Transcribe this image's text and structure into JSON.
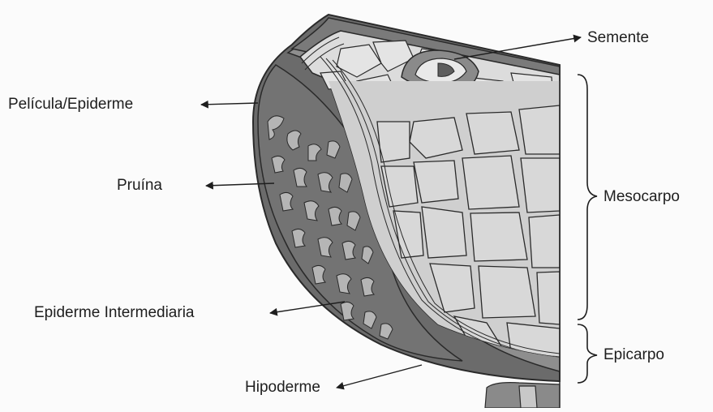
{
  "labels": {
    "semente": "Semente",
    "pelicula": "Película/Epiderme",
    "pruina": "Pruína",
    "mesocarpo": "Mesocarpo",
    "epiderme_intermediaria": "Epiderme Intermediaria",
    "epicarpo": "Epicarpo",
    "hipoderme": "Hipoderme"
  },
  "colors": {
    "skin_dark": "#6b6b6b",
    "skin_mid": "#828282",
    "pruina_patch": "#b5b5b5",
    "cell_fill": "#d6d6d6",
    "cell_light": "#e6e6e6",
    "seed_ring": "#8a8a8a",
    "line": "#2a2a2a"
  }
}
